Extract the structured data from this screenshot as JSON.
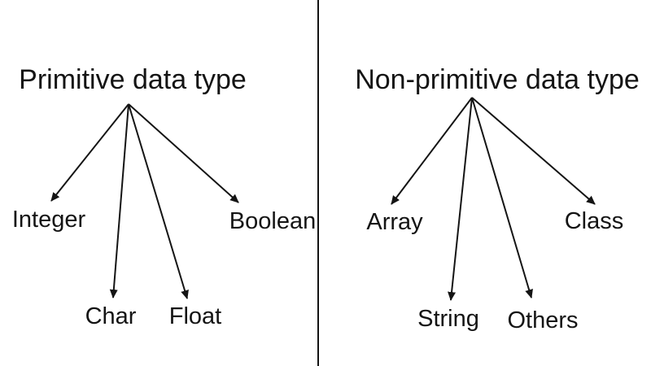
{
  "page": {
    "background_color": "#ffffff",
    "line_color": "#141414",
    "text_color": "#141414"
  },
  "diagram": {
    "left": {
      "title": "Primitive data type",
      "children": [
        {
          "label": "Integer"
        },
        {
          "label": "Char"
        },
        {
          "label": "Float"
        },
        {
          "label": "Boolean"
        }
      ]
    },
    "right": {
      "title": "Non-primitive data type",
      "children": [
        {
          "label": "Array"
        },
        {
          "label": "String"
        },
        {
          "label": "Others"
        },
        {
          "label": "Class"
        }
      ]
    }
  }
}
